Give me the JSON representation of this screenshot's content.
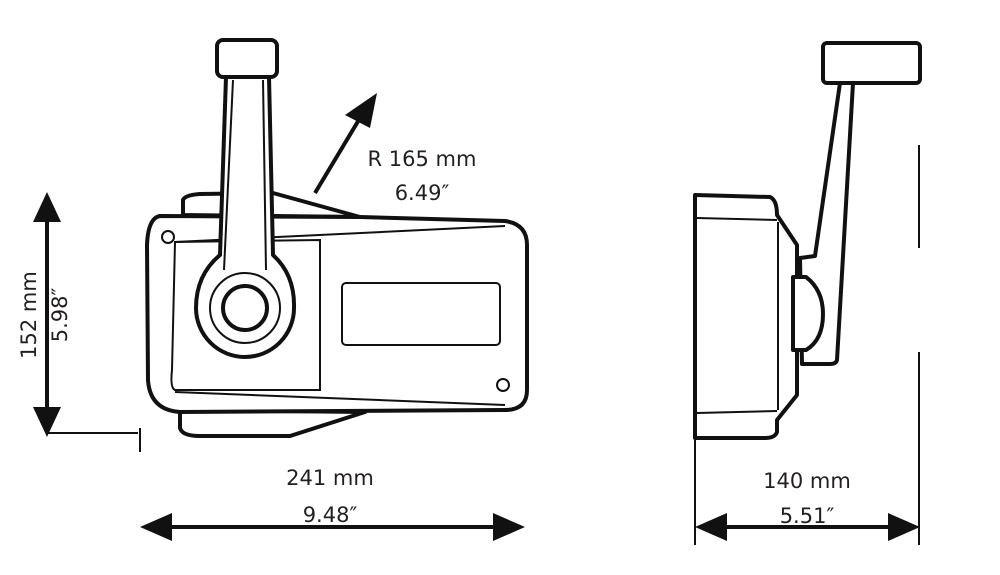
{
  "front_view": {
    "radius_label": "R 165 mm",
    "radius_label_in": "6.49″",
    "height_label": "152 mm",
    "height_label_in": "5.98″",
    "width_label": "241 mm",
    "width_label_in": "9.48″"
  },
  "side_view": {
    "depth_label": "140 mm",
    "depth_label_in": "5.51″"
  },
  "colors": {
    "line": "#111111",
    "background": "#ffffff"
  }
}
